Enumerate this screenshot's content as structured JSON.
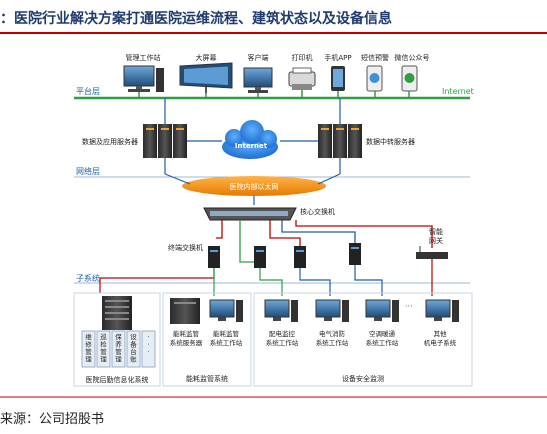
{
  "title": "：医院行业解决方案打通医院运维流程、建筑状态以及设备信息",
  "source": "来源：公司招股书",
  "layers": {
    "platform": "平台层",
    "network": "网络层",
    "subsystem": "子系统",
    "internet_line": "Internet"
  },
  "top_devices": [
    "管理工作站",
    "大屏幕",
    "客户端",
    "打印机",
    "手机APP",
    "短信预警",
    "微信公众号"
  ],
  "servers": {
    "left": "数据及应用服务器",
    "right": "数据中转服务器"
  },
  "cloud": "Internet",
  "lan": "医院内部以太网",
  "core_switch": "核心交换机",
  "terminal_switch": "终端交换机",
  "gateway": "智能网关",
  "subsystems": {
    "hospital_backend": {
      "title": "医院后勤信息化系统",
      "modules": [
        "维修管理",
        "巡检管理",
        "保养管理",
        "设备台账",
        "……"
      ]
    },
    "energy": {
      "title": "能耗监管系统",
      "items": [
        "能耗监管系统服务器",
        "能耗监管系统工作站"
      ]
    },
    "safety": {
      "title": "设备安全监测",
      "items": [
        "配电监控系统工作站",
        "电气消防系统工作站",
        "空调暖通系统工作站",
        "其他机电子系统"
      ]
    }
  }
}
